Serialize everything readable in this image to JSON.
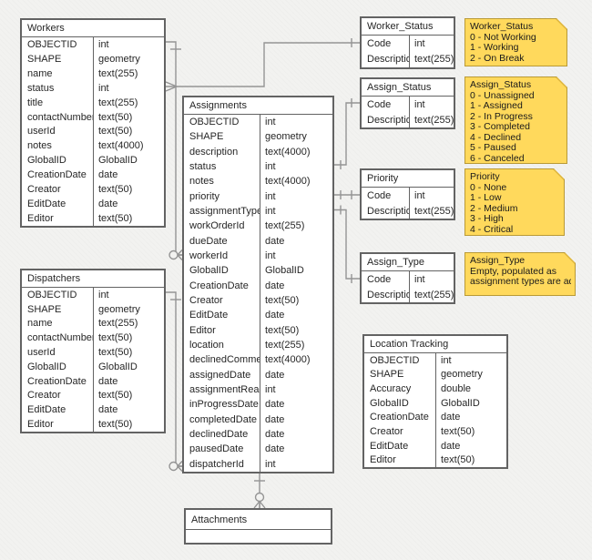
{
  "entities": [
    {
      "id": "workers",
      "title": "Workers",
      "fields": [
        [
          "OBJECTID",
          "int"
        ],
        [
          "SHAPE",
          "geometry"
        ],
        [
          "name",
          "text(255)"
        ],
        [
          "status",
          "int"
        ],
        [
          "title",
          "text(255)"
        ],
        [
          "contactNumber",
          "text(50)"
        ],
        [
          "userId",
          "text(50)"
        ],
        [
          "notes",
          "text(4000)"
        ],
        [
          "GlobalID",
          "GlobalID"
        ],
        [
          "CreationDate",
          "date"
        ],
        [
          "Creator",
          "text(50)"
        ],
        [
          "EditDate",
          "date"
        ],
        [
          "Editor",
          "text(50)"
        ]
      ]
    },
    {
      "id": "dispatchers",
      "title": "Dispatchers",
      "fields": [
        [
          "OBJECTID",
          "int"
        ],
        [
          "SHAPE",
          "geometry"
        ],
        [
          "name",
          "text(255)"
        ],
        [
          "contactNumber",
          "text(50)"
        ],
        [
          "userId",
          "text(50)"
        ],
        [
          "GlobalID",
          "GlobalID"
        ],
        [
          "CreationDate",
          "date"
        ],
        [
          "Creator",
          "text(50)"
        ],
        [
          "EditDate",
          "date"
        ],
        [
          "Editor",
          "text(50)"
        ]
      ]
    },
    {
      "id": "assignments",
      "title": "Assignments",
      "fields": [
        [
          "OBJECTID",
          "int"
        ],
        [
          "SHAPE",
          "geometry"
        ],
        [
          "description",
          "text(4000)"
        ],
        [
          "status",
          "int"
        ],
        [
          "notes",
          "text(4000)"
        ],
        [
          "priority",
          "int"
        ],
        [
          "assignmentType",
          "int"
        ],
        [
          "workOrderId",
          "text(255)"
        ],
        [
          "dueDate",
          "date"
        ],
        [
          "workerId",
          "int"
        ],
        [
          "GlobalID",
          "GlobalID"
        ],
        [
          "CreationDate",
          "date"
        ],
        [
          "Creator",
          "text(50)"
        ],
        [
          "EditDate",
          "date"
        ],
        [
          "Editor",
          "text(50)"
        ],
        [
          "location",
          "text(255)"
        ],
        [
          "declinedComment",
          "text(4000)"
        ],
        [
          "assignedDate",
          "date"
        ],
        [
          "assignmentRead",
          "int"
        ],
        [
          "inProgressDate",
          "date"
        ],
        [
          "completedDate",
          "date"
        ],
        [
          "declinedDate",
          "date"
        ],
        [
          "pausedDate",
          "date"
        ],
        [
          "dispatcherId",
          "int"
        ]
      ]
    },
    {
      "id": "worker-status",
      "title": "Worker_Status",
      "fields": [
        [
          "Code",
          "int"
        ],
        [
          "Description",
          "text(255)"
        ]
      ]
    },
    {
      "id": "assign-status",
      "title": "Assign_Status",
      "fields": [
        [
          "Code",
          "int"
        ],
        [
          "Description",
          "text(255)"
        ]
      ]
    },
    {
      "id": "priority",
      "title": "Priority",
      "fields": [
        [
          "Code",
          "int"
        ],
        [
          "Description",
          "text(255)"
        ]
      ]
    },
    {
      "id": "assign-type",
      "title": "Assign_Type",
      "fields": [
        [
          "Code",
          "int"
        ],
        [
          "Description",
          "text(255)"
        ]
      ]
    },
    {
      "id": "location-tracking",
      "title": "Location Tracking",
      "fields": [
        [
          "OBJECTID",
          "int"
        ],
        [
          "SHAPE",
          "geometry"
        ],
        [
          "Accuracy",
          "double"
        ],
        [
          "GlobalID",
          "GlobalID"
        ],
        [
          "CreationDate",
          "date"
        ],
        [
          "Creator",
          "text(50)"
        ],
        [
          "EditDate",
          "date"
        ],
        [
          "Editor",
          "text(50)"
        ]
      ]
    },
    {
      "id": "attachments",
      "title": "Attachments",
      "fields": []
    }
  ],
  "notes": [
    {
      "id": "note-worker-status",
      "title": "Worker_Status",
      "lines": [
        "0 - Not Working",
        "1 - Working",
        "2 - On Break"
      ]
    },
    {
      "id": "note-assign-status",
      "title": "Assign_Status",
      "lines": [
        "0 - Unassigned",
        "1 - Assigned",
        "2 - In Progress",
        "3 - Completed",
        "4 - Declined",
        "5 - Paused",
        "6 - Canceled"
      ]
    },
    {
      "id": "note-priority",
      "title": "Priority",
      "lines": [
        "0 - None",
        "1 - Low",
        "2 - Medium",
        "3 - High",
        "4 - Critical"
      ]
    },
    {
      "id": "note-assign-type",
      "title": "Assign_Type",
      "lines": [
        "Empty, populated as",
        "assignment types are added"
      ]
    }
  ],
  "relationships": [
    {
      "from": "Workers.status",
      "to": "Worker_Status.Code",
      "from_end": "many",
      "to_end": "one"
    },
    {
      "from": "Workers.OBJECTID",
      "to": "Assignments.workerId",
      "from_end": "one",
      "to_end": "zero-or-many"
    },
    {
      "from": "Dispatchers.OBJECTID",
      "to": "Assignments.dispatcherId",
      "from_end": "one",
      "to_end": "zero-or-many"
    },
    {
      "from": "Assignments.status",
      "to": "Assign_Status.Code",
      "from_end": "one",
      "to_end": "one"
    },
    {
      "from": "Assignments.priority",
      "to": "Priority.Code",
      "from_end": "one",
      "to_end": "one"
    },
    {
      "from": "Assignments.assignmentType",
      "to": "Assign_Type.Code",
      "from_end": "one",
      "to_end": "one"
    },
    {
      "from": "Assignments",
      "to": "Attachments",
      "from_end": "one",
      "to_end": "zero-or-many"
    }
  ],
  "colors": {
    "background": "#f2f2f0",
    "table_fill": "#ffffff",
    "table_border": "#636363",
    "note_fill": "#ffd95c",
    "note_border": "#b99a37",
    "note_fold": "#dcb33c",
    "connector": "#949494",
    "text": "#262626"
  }
}
